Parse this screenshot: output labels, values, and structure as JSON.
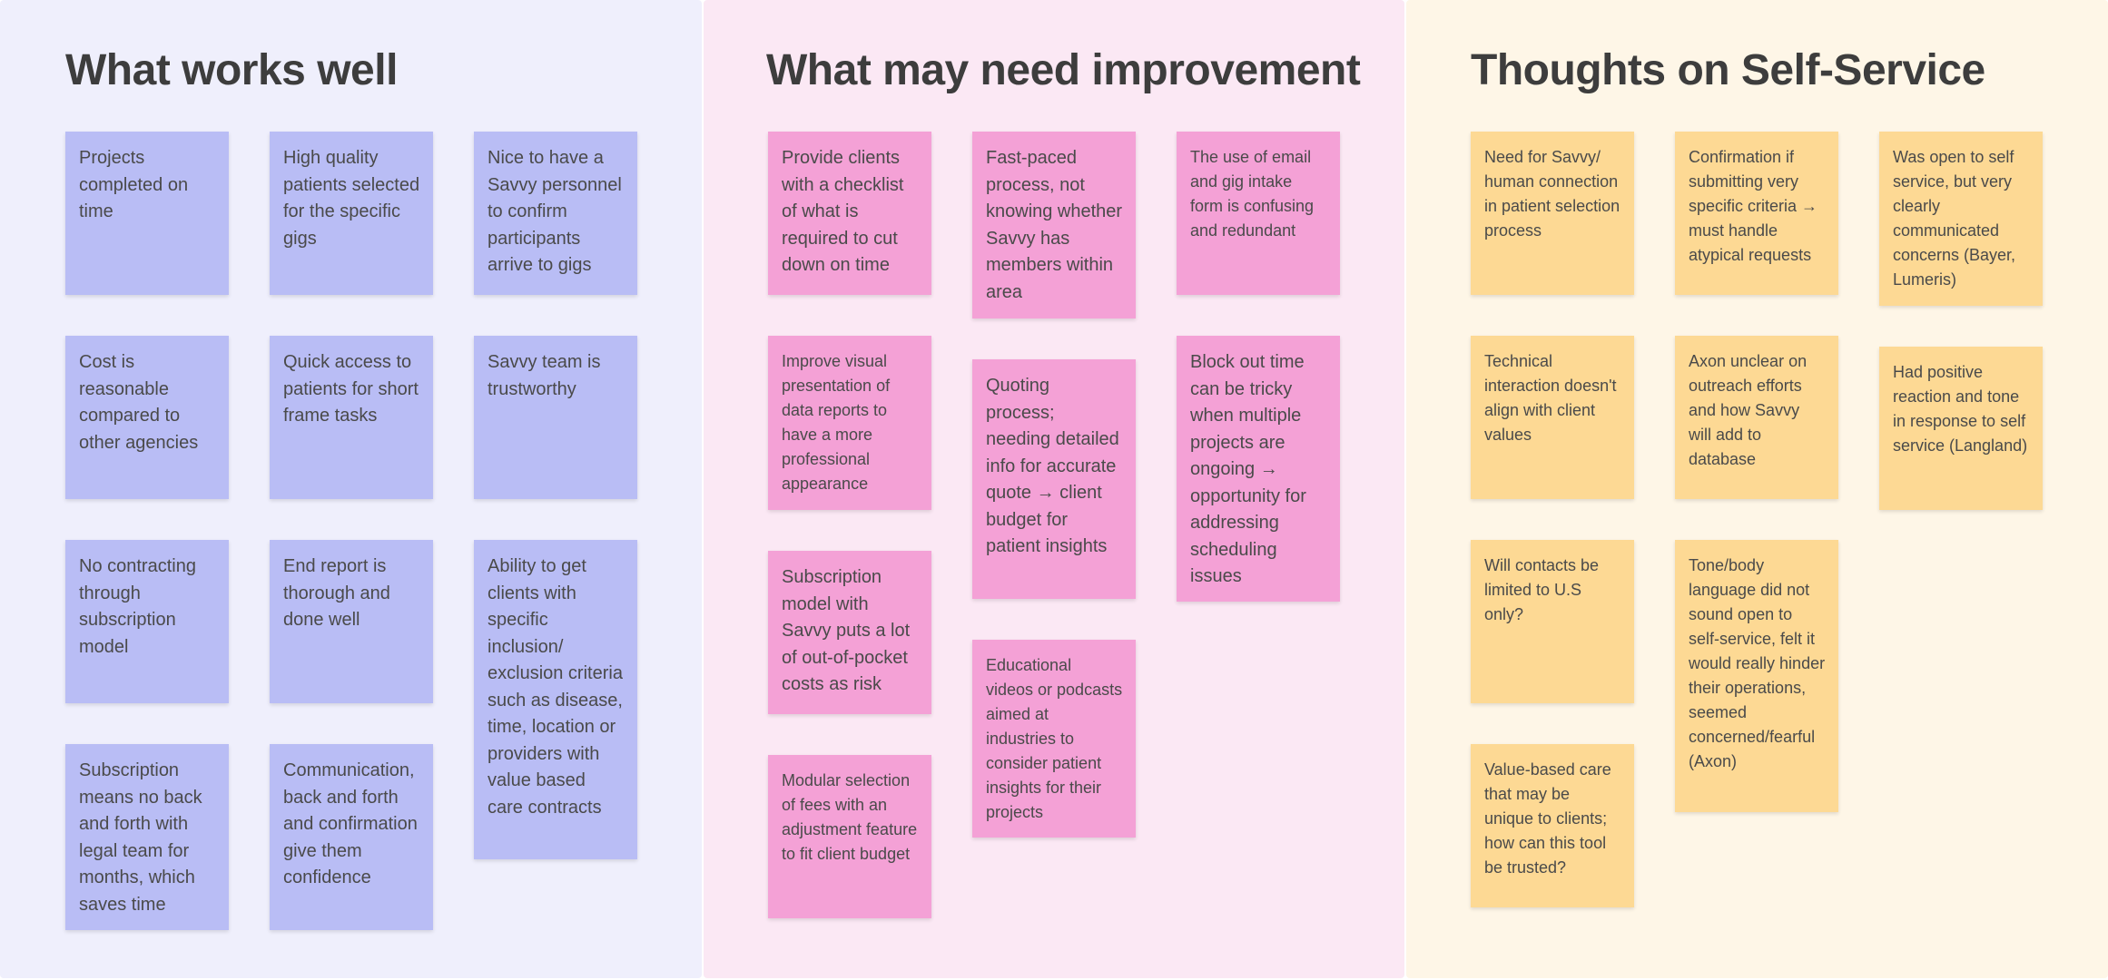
{
  "colors": {
    "works_background": "#efeffc",
    "improve_background": "#fbe8f4",
    "self_service_background": "#fef6e7",
    "works_note": "#b9bdf5",
    "improve_note": "#f4a1d6",
    "self_service_note": "#fdd994",
    "title_text": "#3d3d3d"
  },
  "sections": [
    {
      "title": "What works well",
      "notes": [
        "Projects completed on time",
        "High quality patients selected for the specific gigs",
        "Nice to have a Savvy personnel to confirm participants arrive to gigs",
        "Cost is reasonable compared to other agencies",
        "Quick access to patients for short frame tasks",
        "Savvy team is trustworthy",
        "No contracting through subscription model",
        "End report is thorough and done well",
        "Ability to get clients with specific inclusion/ exclusion criteria such as disease, time, location or providers with value based care contracts",
        "Subscription means no back and forth with legal team for months, which saves time",
        "Communication, back and forth and confirmation give them confidence"
      ]
    },
    {
      "title": "What may need improvement",
      "notes": [
        "Provide clients with a checklist of what is required to cut down on time",
        "Fast-paced process, not knowing whether Savvy has members within area",
        "The use of email and gig intake form is confusing and redundant",
        "Improve visual presentation of data reports to have a more professional appearance",
        "Quoting process; needing detailed info for accurate quote → client budget for patient insights",
        "Block out time can be tricky when multiple projects are ongoing → opportunity for addressing scheduling issues",
        "Subscription model with Savvy puts a lot of out-of-pocket costs as risk",
        "Educational videos or podcasts aimed at industries to consider patient insights for their projects",
        "Modular selection of fees with an adjustment feature to fit client budget"
      ]
    },
    {
      "title": "Thoughts on Self-Service",
      "notes": [
        "Need for Savvy/ human connection in patient selection process",
        "Confirmation if submitting very specific criteria → must handle atypical requests",
        "Was open to self service, but very clearly communicated concerns (Bayer, Lumeris)",
        "Technical interaction doesn't align with client values",
        "Axon unclear on outreach efforts and how Savvy will add to database",
        "Had positive reaction and tone in response to self service (Langland)",
        "Will contacts be limited to U.S only?",
        "Tone/body language did not sound open to self-service, felt it would really hinder their operations, seemed concerned/fearful (Axon)",
        "Value-based care that may be unique to clients; how can this tool be trusted?"
      ]
    }
  ]
}
